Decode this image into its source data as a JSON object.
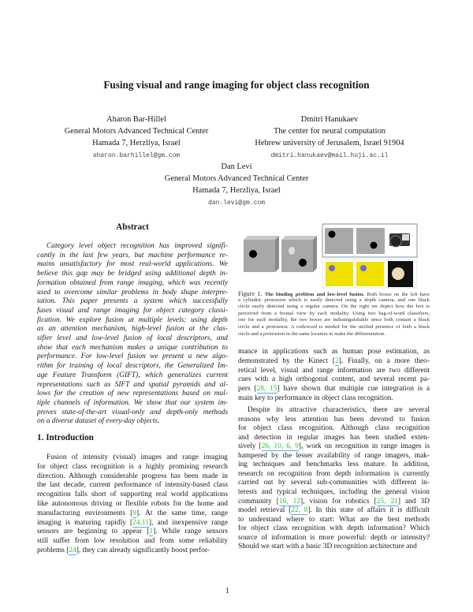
{
  "title": "Fusing visual and range imaging for object class recognition",
  "authors": [
    {
      "name": "Aharon Bar-Hillel",
      "affil1": "General Motors Advanced Technical Center",
      "affil2": "Hamada 7, Herzliya, Israel",
      "email": "aharon.barhillel@gm.com"
    },
    {
      "name": "Dmitri Hanukaev",
      "affil1": "The center for neural computation",
      "affil2": "Hebrew university of Jerusalem, Israel 91904",
      "email": "dmitri.hanukaev@mail.huji.ac.il"
    },
    {
      "name": "Dan Levi",
      "affil1": "General Motors Advanced Technical Center",
      "affil2": "Hamada 7, Herzliya, Israel",
      "email": "dan.levi@gm.com"
    }
  ],
  "abstract": {
    "heading": "Abstract",
    "lines": [
      "Category level object recognition has improved signifi-",
      "cantly in the last few years, but machine performance re-",
      "mains unsatisfactory for most real-world applications. We",
      "believe this gap may be bridged using additional depth in-",
      "formation obtained from range imaging, which was recently",
      "used to overcome similar problems in body shape interpre-",
      "tation. This paper presents a system which successfully",
      "fuses visual and range imaging for object category classi-",
      "fication. We explore fusion at multiple levels: using depth",
      "as an attention mechanism, high-level fusion at the clas-",
      "sifier level and low-level fusion of local descriptors, and",
      "show that each mechanism makes a unique contribution to",
      "performance. For low-level fusion we present a new algo-",
      "rithm for training of local descriptors, the Generalized Im-",
      "age Feature Transform (GIFT), which generalizes current",
      "representations such as SIFT and spatial pyramids and al-",
      "lows for the creation of new representations based on mul-",
      "tiple channels of information. We show that our system im-",
      "proves state-of-the-art visual-only and depth-only methods",
      "on a diverse dataset of every-day objects."
    ]
  },
  "intro": {
    "heading": "1. Introduction",
    "lines": [
      "Fusion of intensity (visual) images and range imaging",
      "for object class recognition is a highly promising research",
      "direction. Although considerable progress has been made in",
      "the last decade, current performance of intensity-based class",
      "recognition falls short of supporting real world applications",
      "like autonomous driving or flexible robots for the home and",
      "manufacturing environments [9]. At the same time, range",
      "imaging is maturing rapidly [24,11], and inexpensive range",
      "sensors are beginning to appear [1]. While range sensors",
      "still suffer from low resolution and from some reliability",
      "problems [24], they can already significantly boost perfor-"
    ]
  },
  "figure": {
    "label": "Figure 1.",
    "bold": "The binding problem and low-level fusion.",
    "lines": [
      "Both boxes on the left have",
      "a cylindric protrusion which is easily detected using a depth camera, and one black",
      "circle easily detected using a regular camera. On the right we depict how the box is",
      "perceived from a frontal view by each modality. Using two bag-of-word classifiers,",
      "one for each modality, the two boxes are indistinguishable since both contain a black",
      "circle and a protrusion. A codeword is needed for the unified presence of both a black",
      "circle and a protrusion in the same location to make the differentiation."
    ],
    "colors": {
      "depth_bg": "#f0e000",
      "depth_dot": "#6a6ae8",
      "gray": "#a8a8a8"
    }
  },
  "right_col": {
    "para1": [
      "mance in applications such as human pose estimation, as",
      "demonstrated by the Kinect [2]. Finally, on a more theo-",
      "retical level, visual and range information are two different",
      "cues with a high orthogonal content, and several recent pa-",
      "pers [28, 15] have shown that multiple cue integration is a",
      "main key to performance in object class recognition."
    ],
    "para2": [
      "Despite its attractive characteristics, there are several",
      "reasons why less attention has been devoted to fusion",
      "for object class recognition. Although class recognition",
      "and detection in regular images has been studied exten-",
      "sively [26, 10, 6, 9], work on recognition in range images is",
      "hampered by the lesser availability of range imagers, mak-",
      "ing techniques and benchmarks less mature. In addition,",
      "research on recognition from depth information is currently",
      "carried out by several sub-communities with different in-",
      "terests and typical techniques, including the general vision",
      "community [16, 12], vision for robotics [25, 21] and 3D",
      "model retrieval [22, 8]. In this state of affairs it is difficult",
      "to understand where to start: What are the best methods",
      "for object class recognition with depth information? Which",
      "source of information is more powerful: depth or intensity?",
      "Should we start with a basic 3D recognition architecture and"
    ]
  },
  "page_number": "1",
  "colors": {
    "citation": "#2fc42f",
    "citation_underline": "#5aaaf0"
  }
}
